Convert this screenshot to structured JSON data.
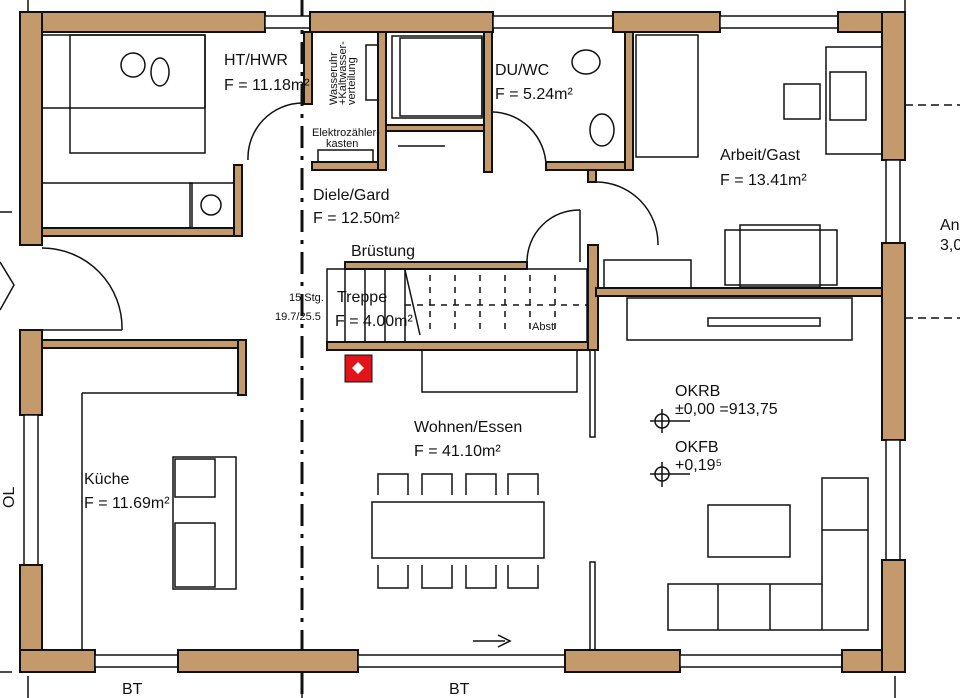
{
  "colors": {
    "wall": "#c49a6c",
    "marker": "#e0141a"
  },
  "rooms": [
    {
      "name": "HT/HWR",
      "area": "F = 11.18m²"
    },
    {
      "name": "DU/WC",
      "area": "F = 5.24m²"
    },
    {
      "name": "Arbeit/Gast",
      "area": "F = 13.41m²"
    },
    {
      "name": "Diele/Gard",
      "area": "F = 12.50m²"
    },
    {
      "name": "Treppe",
      "area": "F = 4.00m²"
    },
    {
      "name": "Wohnen/Essen",
      "area": "F = 41.10m²"
    },
    {
      "name": "Küche",
      "area": "F = 11.69m²"
    }
  ],
  "labels": {
    "bruestung": "Brüstung",
    "stairs_steps": "15 Stg.",
    "stairs_ratio": "19.7/25.5",
    "absatz": "Abst",
    "elektro1": "Elektrozähler-",
    "elektro2": "kasten",
    "wasser1": "Wasseruhr",
    "wasser2": "+Kaltwasser-",
    "wasser3": "verteilung",
    "okrb": "OKRB",
    "okrb_value": "±0,00 =913,75",
    "okfb": "OKFB",
    "okfb_value": "+0,19⁵",
    "bt1": "BT",
    "bt2": "BT",
    "side1": "An",
    "side2": "3,0",
    "ol": "OL"
  }
}
